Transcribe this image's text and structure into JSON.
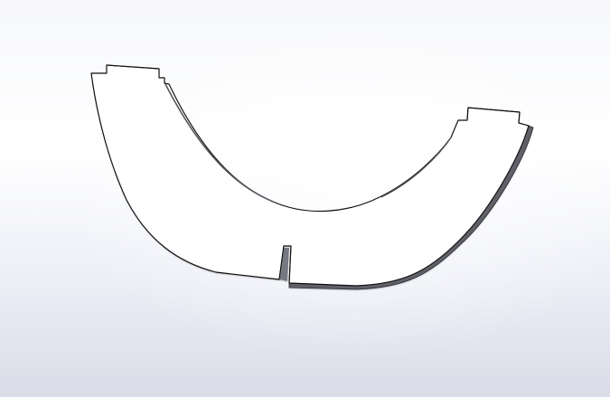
{
  "viewport": {
    "background_top": "#f7f8fb",
    "background_bottom": "#d9dce8",
    "part_face_color": "#ffffff",
    "part_edge_color": "#111111",
    "part_thickness_color": "#5f6068"
  },
  "part": {
    "name": "curved-sheet-part",
    "features": [
      "left-tab",
      "right-tab",
      "center-slot"
    ]
  }
}
